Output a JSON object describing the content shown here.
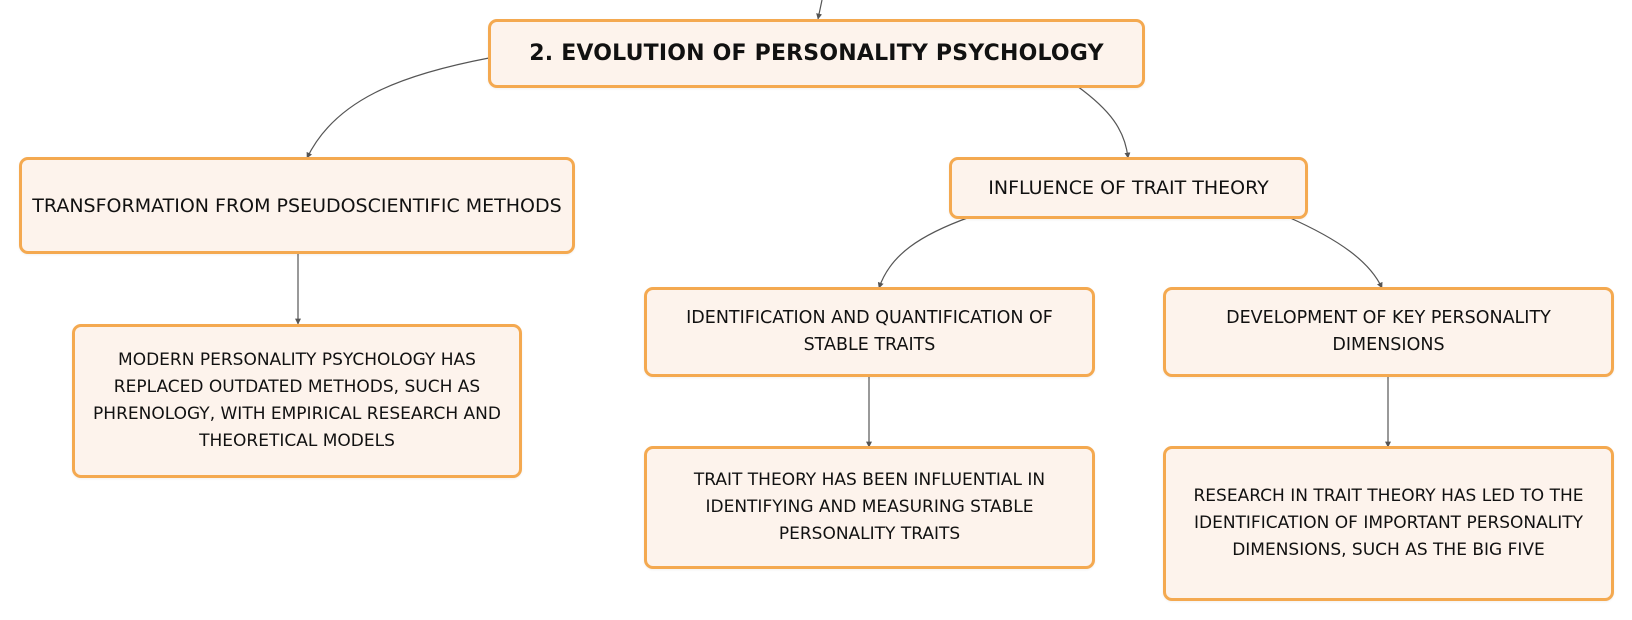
{
  "diagram": {
    "root": {
      "label": "2. EVOLUTION OF PERSONALITY PSYCHOLOGY"
    },
    "left_branch": {
      "label": "TRANSFORMATION FROM PSEUDOSCIENTIFIC METHODS",
      "detail": "MODERN PERSONALITY PSYCHOLOGY HAS REPLACED OUTDATED METHODS, SUCH AS PHRENOLOGY, WITH EMPIRICAL RESEARCH AND THEORETICAL MODELS"
    },
    "right_branch": {
      "label": "INFLUENCE OF TRAIT THEORY",
      "children": [
        {
          "label": "IDENTIFICATION AND QUANTIFICATION OF STABLE TRAITS",
          "detail": "TRAIT THEORY HAS BEEN INFLUENTIAL IN IDENTIFYING AND MEASURING STABLE PERSONALITY TRAITS"
        },
        {
          "label": "DEVELOPMENT OF KEY PERSONALITY DIMENSIONS",
          "detail": "RESEARCH IN TRAIT THEORY HAS LED TO THE IDENTIFICATION OF IMPORTANT PERSONALITY DIMENSIONS, SUCH AS THE BIG FIVE"
        }
      ]
    }
  },
  "colors": {
    "node_fill": "#fdf3ec",
    "node_border": "#f4a950",
    "connector": "#555555",
    "text": "#111111"
  }
}
